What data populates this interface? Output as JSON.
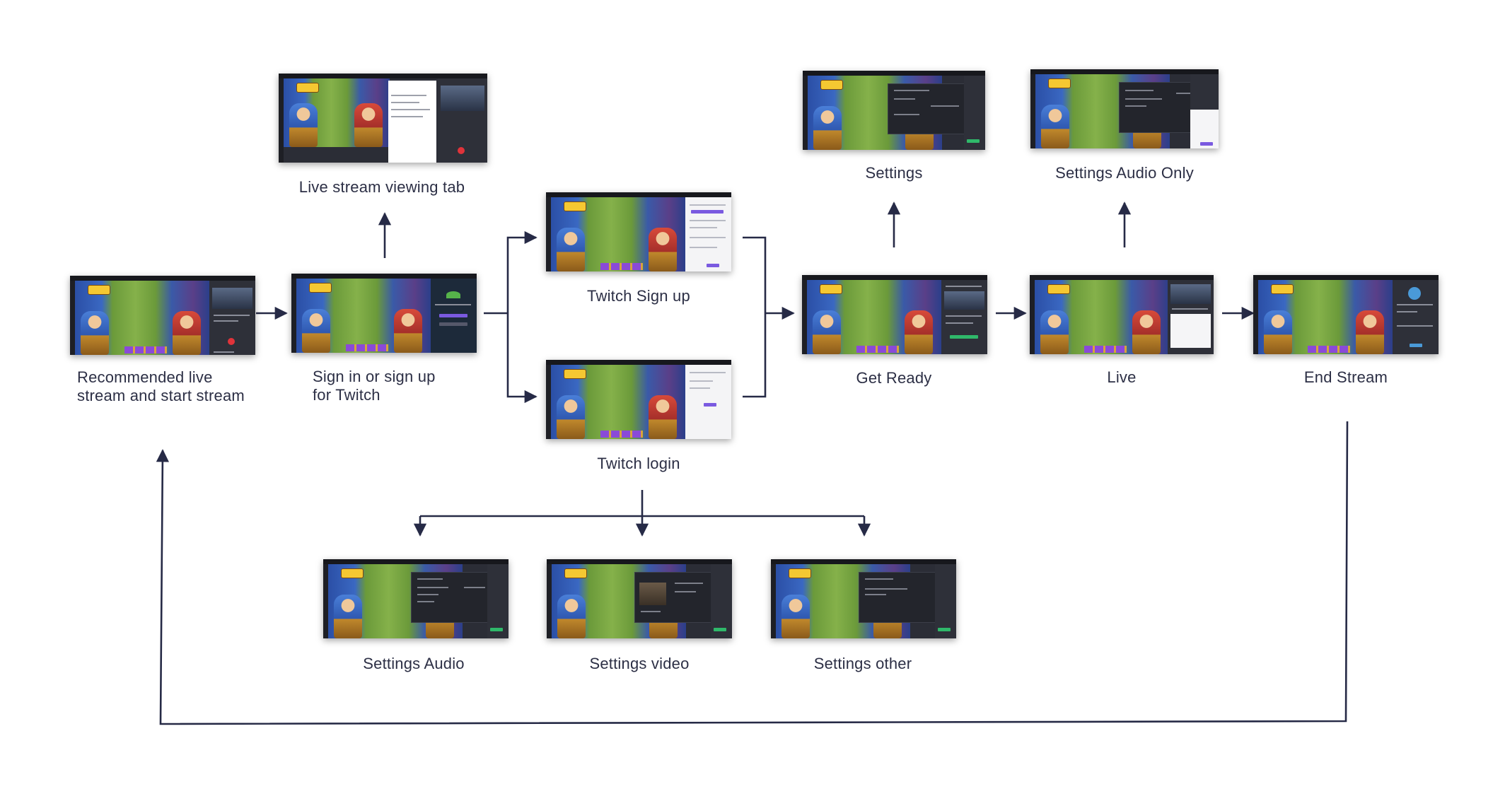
{
  "nodes": [
    {
      "id": "recommended",
      "label": "Recommended live\nstream and start stream"
    },
    {
      "id": "signin",
      "label": "Sign in or sign up\nfor Twitch"
    },
    {
      "id": "viewing",
      "label": "Live stream viewing tab"
    },
    {
      "id": "signup",
      "label": "Twitch Sign up"
    },
    {
      "id": "login",
      "label": "Twitch login"
    },
    {
      "id": "getready",
      "label": "Get Ready"
    },
    {
      "id": "settings",
      "label": "Settings"
    },
    {
      "id": "live",
      "label": "Live"
    },
    {
      "id": "settings_audio_only",
      "label": "Settings Audio Only"
    },
    {
      "id": "endstream",
      "label": "End Stream"
    },
    {
      "id": "settings_audio",
      "label": "Settings Audio"
    },
    {
      "id": "settings_video",
      "label": "Settings video"
    },
    {
      "id": "settings_other",
      "label": "Settings other"
    }
  ],
  "edges": [
    {
      "from": "recommended",
      "to": "signin"
    },
    {
      "from": "signin",
      "to": "viewing"
    },
    {
      "from": "signin",
      "to": "signup"
    },
    {
      "from": "signin",
      "to": "login"
    },
    {
      "from": "signup",
      "to": "getready"
    },
    {
      "from": "login",
      "to": "getready"
    },
    {
      "from": "getready",
      "to": "settings"
    },
    {
      "from": "getready",
      "to": "live"
    },
    {
      "from": "live",
      "to": "settings_audio_only"
    },
    {
      "from": "live",
      "to": "endstream"
    },
    {
      "from": "login",
      "to": "settings_audio"
    },
    {
      "from": "login",
      "to": "settings_video"
    },
    {
      "from": "login",
      "to": "settings_other"
    },
    {
      "from": "endstream",
      "to": "recommended"
    }
  ],
  "colors": {
    "line": "#262a46",
    "label": "#2c2f45"
  }
}
